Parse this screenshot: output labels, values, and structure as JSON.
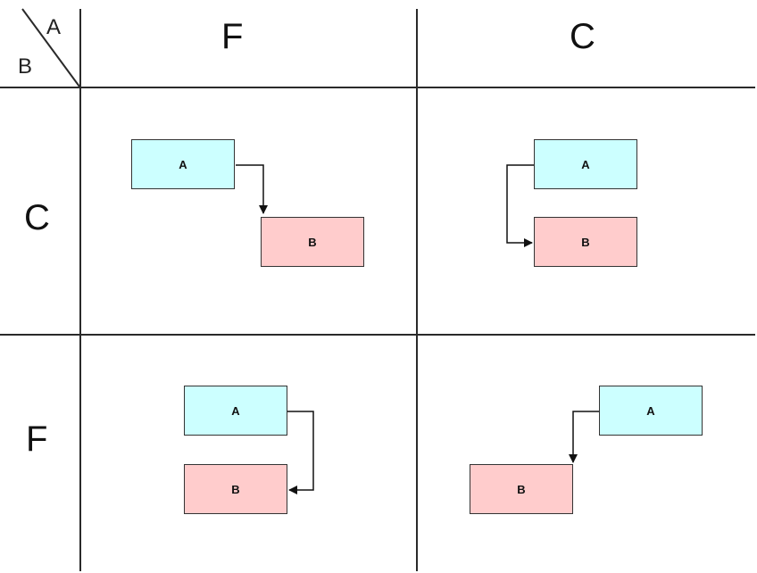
{
  "corner": {
    "top_label": "A",
    "bottom_label": "B"
  },
  "column_headers": [
    "F",
    "C"
  ],
  "row_headers": [
    "C",
    "F"
  ],
  "cells": [
    {
      "id": "c-f",
      "box_a": "A",
      "box_b": "B"
    },
    {
      "id": "c-c",
      "box_a": "A",
      "box_b": "B"
    },
    {
      "id": "f-f",
      "box_a": "A",
      "box_b": "B"
    },
    {
      "id": "f-c",
      "box_a": "A",
      "box_b": "B"
    }
  ],
  "colors": {
    "box_a_fill": "#ccffff",
    "box_b_fill": "#ffcccc",
    "line": "#2a2a2a"
  }
}
